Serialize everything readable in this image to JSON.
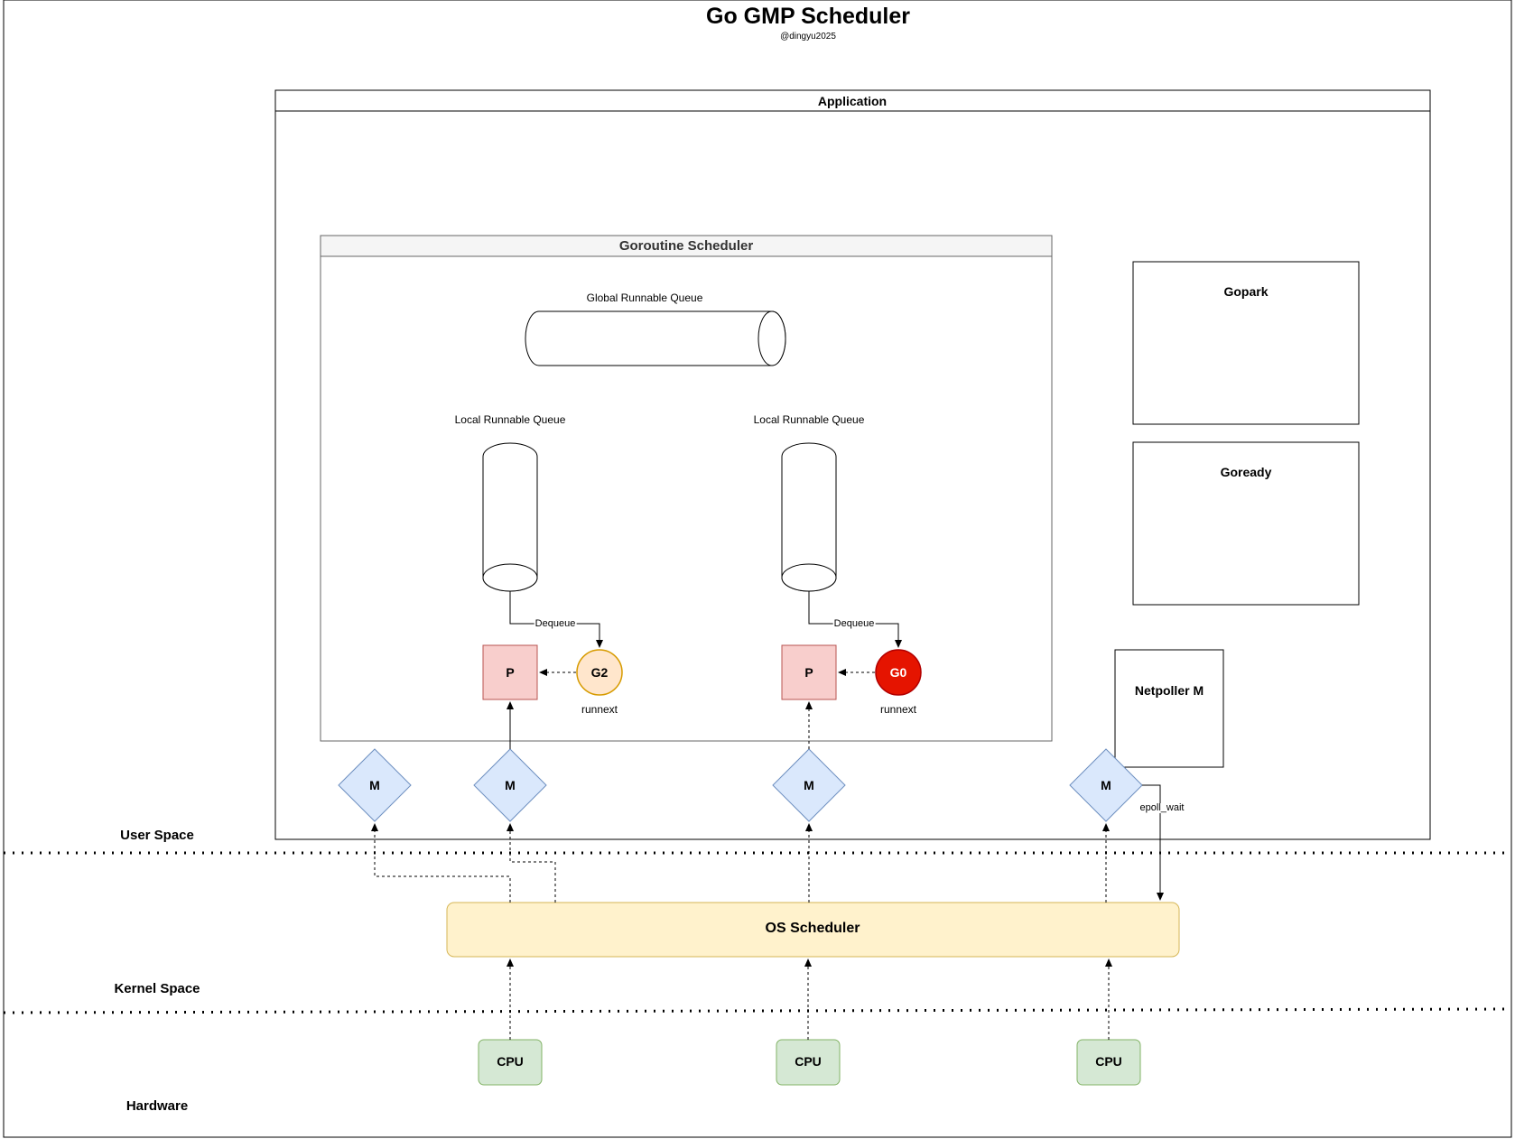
{
  "title": "Go GMP Scheduler",
  "subtitle": "@dingyu2025",
  "application": {
    "label": "Application"
  },
  "goroutine_scheduler": {
    "label": "Goroutine Scheduler",
    "global_queue": "Global Runnable Queue",
    "local_queues": [
      "Local Runnable Queue",
      "Local Runnable Queue"
    ],
    "dequeue_labels": [
      "Dequeue",
      "Dequeue"
    ],
    "processors": [
      "P",
      "P"
    ],
    "goroutines": [
      {
        "label": "G2",
        "caption": "runnext",
        "fill": "#ffe6cc",
        "stroke": "#d79b00",
        "text_color": "#000000"
      },
      {
        "label": "G0",
        "caption": "runnext",
        "fill": "#e51400",
        "stroke": "#b20000",
        "text_color": "#ffffff"
      }
    ]
  },
  "side_boxes": {
    "gopark": "Gopark",
    "goready": "Goready",
    "netpoller": "Netpoller M"
  },
  "machines": [
    "M",
    "M",
    "M",
    "M"
  ],
  "epoll_label": "epoll_wait",
  "os_scheduler": "OS Scheduler",
  "cpus": [
    "CPU",
    "CPU",
    "CPU"
  ],
  "layers": {
    "user": "User Space",
    "kernel": "Kernel Space",
    "hardware": "Hardware"
  },
  "colors": {
    "p_fill": "#f8cecc",
    "p_stroke": "#b85450",
    "m_fill": "#dae8fc",
    "m_stroke": "#6c8ebf",
    "os_fill": "#fff2cc",
    "os_stroke": "#d6b656",
    "cpu_fill": "#d5e8d4",
    "cpu_stroke": "#82b366"
  }
}
